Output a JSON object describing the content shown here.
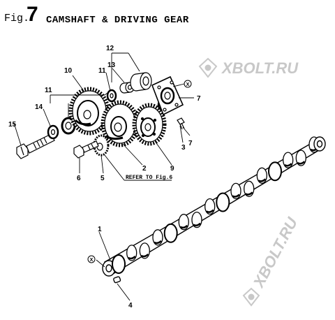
{
  "header": {
    "prefix": "Fig.",
    "number": "7",
    "title": "CAMSHAFT & DRIVING GEAR"
  },
  "reference": "REFER TO Fig.6",
  "callouts": [
    "1",
    "2",
    "3",
    "4",
    "5",
    "6",
    "7",
    "7",
    "9",
    "10",
    "11",
    "11",
    "12",
    "13",
    "14",
    "15"
  ],
  "markers": [
    "X",
    "X"
  ],
  "watermark": "XBOLT.RU",
  "colors": {
    "ink": "#000000",
    "watermark": "#c8c8c8"
  }
}
